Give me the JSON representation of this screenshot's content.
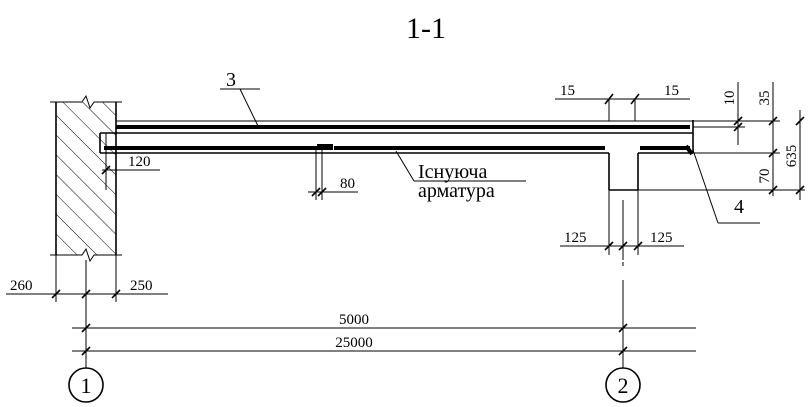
{
  "section_title": "1-1",
  "leaders": {
    "item_3": "3",
    "item_4": "4",
    "existing_rebar_line1": "Існуюча",
    "existing_rebar_line2": "арматура"
  },
  "dimensions": {
    "top_left_15": "15",
    "top_right_15": "15",
    "right_10": "10",
    "right_35": "35",
    "right_635": "635",
    "right_70": "70",
    "wall_120": "120",
    "gap_80": "80",
    "rib_left_125": "125",
    "rib_right_125": "125",
    "wall_left_260": "260",
    "wall_right_250": "250",
    "span_5000": "5000",
    "span_25000": "25000"
  },
  "axes": {
    "axis_1": "1",
    "axis_2": "2"
  }
}
